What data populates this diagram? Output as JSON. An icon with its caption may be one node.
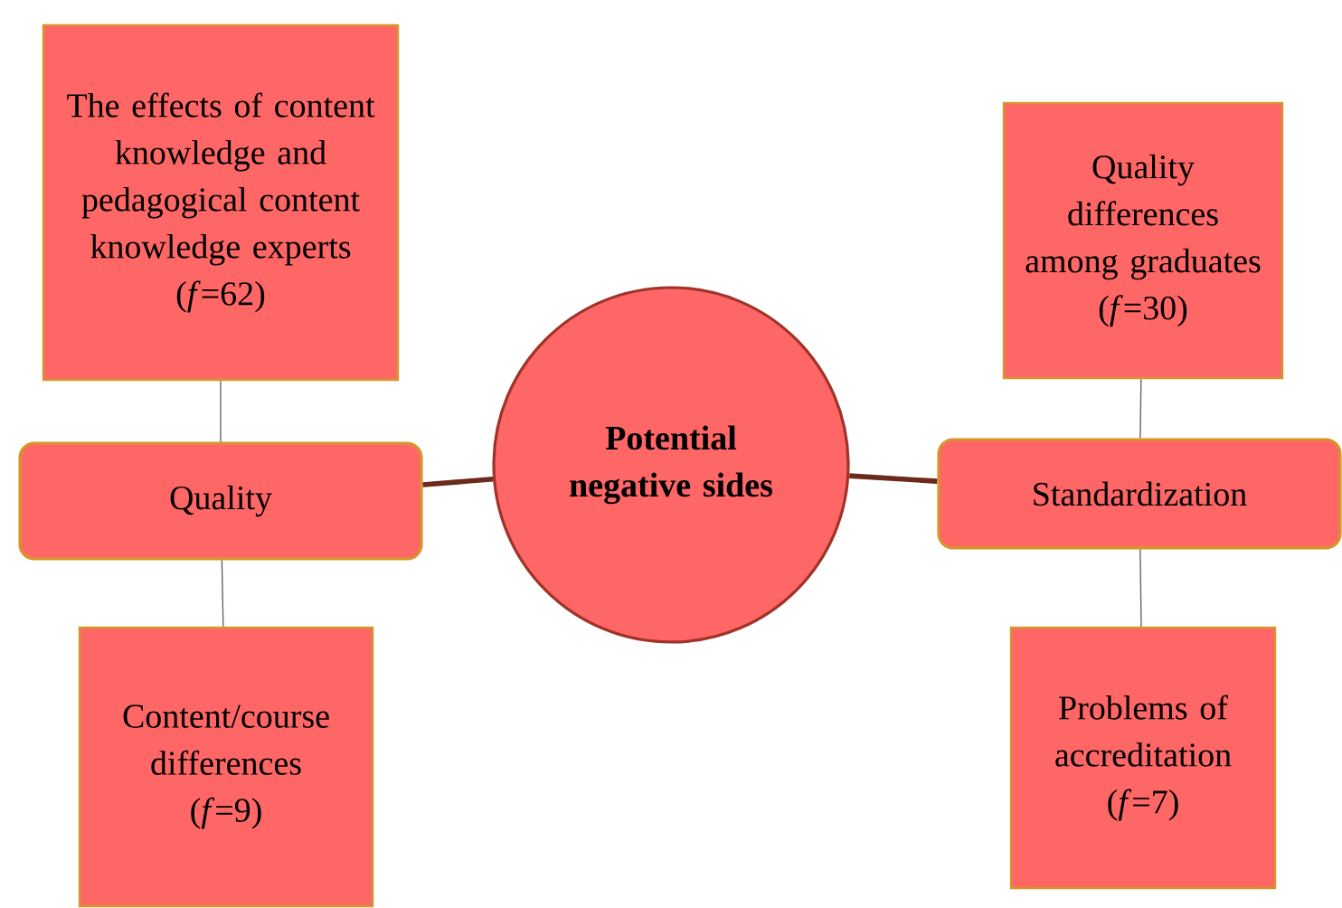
{
  "diagram": {
    "nodes": [
      {
        "text": [
          "The effects of content knowledge and pedagogical content knowledge experts",
          "(*f*=62)"
        ]
      },
      {
        "text": [
          "Quality"
        ]
      },
      {
        "text": [
          "Content/course differences",
          "(*f*=9)"
        ]
      },
      {
        "text": [
          "Potential negative sides"
        ]
      },
      {
        "text": [
          "Quality differences among graduates",
          "(*f*=30)"
        ]
      },
      {
        "text": [
          "Standardization"
        ]
      },
      {
        "text": [
          "Problems of accreditation",
          "(*f*=7)"
        ]
      }
    ],
    "edges": [
      {
        "from": 3,
        "to": 1,
        "arrow": "none",
        "style": "thick",
        "color": "#6b2a1a"
      },
      {
        "from": 3,
        "to": 5,
        "arrow": "none",
        "style": "thick",
        "color": "#6b2a1a"
      },
      {
        "from": 1,
        "to": 0,
        "arrow": "none"
      },
      {
        "from": 1,
        "to": 2,
        "arrow": "none"
      },
      {
        "from": 5,
        "to": 4,
        "arrow": "none"
      },
      {
        "from": 5,
        "to": 6,
        "arrow": "none"
      }
    ]
  }
}
